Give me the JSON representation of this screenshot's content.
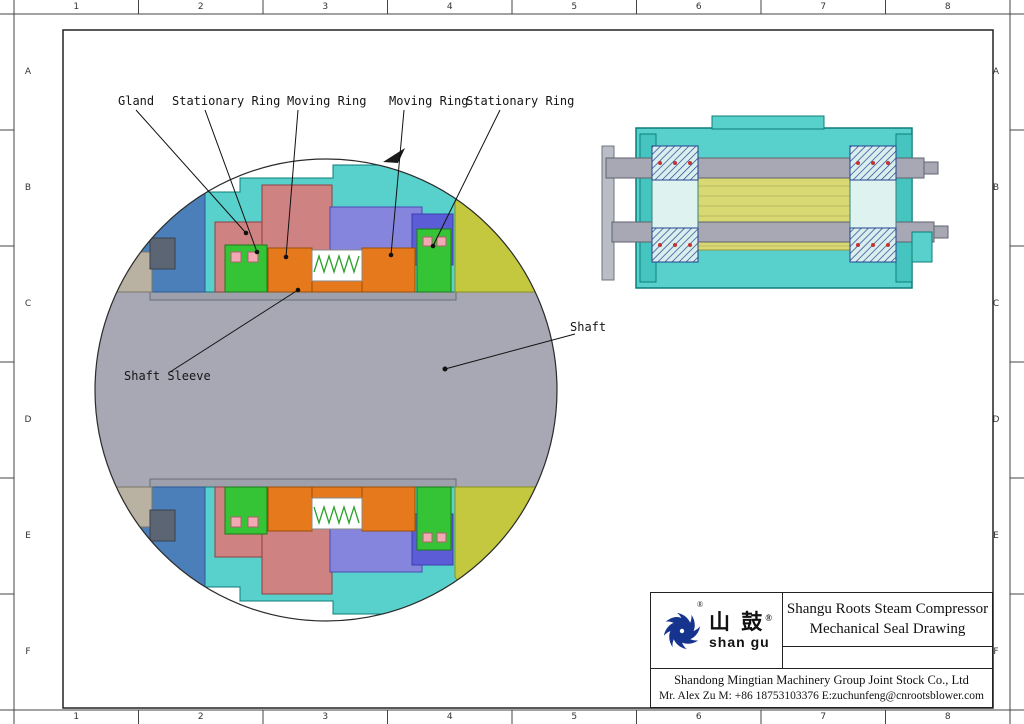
{
  "sheet": {
    "grid_cols": [
      "1",
      "2",
      "3",
      "4",
      "5",
      "6",
      "7",
      "8"
    ],
    "grid_rows": [
      "A",
      "B",
      "C",
      "D",
      "E",
      "F"
    ]
  },
  "detail_view": {
    "labels": {
      "gland": "Gland",
      "stationary_ring_left": "Stationary Ring",
      "moving_ring_left": "Moving Ring",
      "moving_ring_right": "Moving Ring",
      "stationary_ring_right": "Stationary Ring",
      "shaft_sleeve": "Shaft Sleeve",
      "shaft": "Shaft"
    }
  },
  "title_block": {
    "logo": {
      "chinese": "山 鼓",
      "registered": "®",
      "romanized": "shan gu"
    },
    "title_line1": "Shangu Roots Steam Compressor",
    "title_line2": "Mechanical Seal Drawing",
    "company": "Shandong Mingtian Machinery Group Joint Stock Co., Ltd",
    "contact": "Mr. Alex Zu M: +86 18753103376 E:zuchunfeng@cnrootsblower.com"
  },
  "colors": {
    "housing_teal": "#58d0cb",
    "shaft_gray": "#a7a8b4",
    "gland_red": "#cf8282",
    "ring_green": "#35c435",
    "moving_ring_orange": "#e5791b",
    "seal_purple": "#8585de",
    "seal_blue_violet": "#5c5cd6",
    "wedge_blue": "#4b7fba",
    "wedge_yellow": "#c3c83e",
    "rotor_yellow": "#d9d973",
    "logo_blue": "#16338e"
  }
}
